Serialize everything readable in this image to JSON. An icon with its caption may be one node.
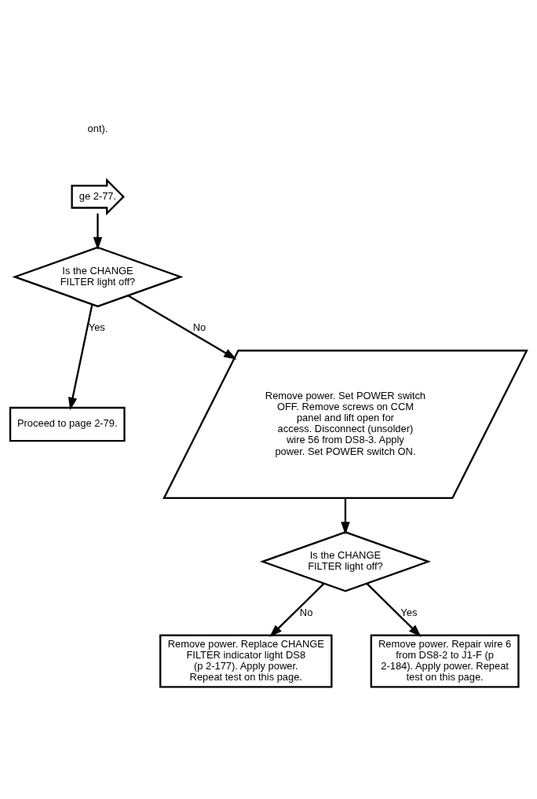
{
  "diagram": {
    "nodes": [
      {
        "text": [
          "ge 2-77."
        ]
      },
      {
        "text": [
          "Is the CHANGE FILTER light off?"
        ]
      },
      {
        "text": [
          "Proceed to page 2-79."
        ]
      },
      {
        "text": [
          "Remove power. Set POWER switch OFF. Remove screws on CCM panel and lift open for access. Disconnect (unsolder) wire 56 from DS8-3. Apply power. Set POWER switch ON."
        ]
      },
      {
        "text": [
          "Is the CHANGE FILTER light off?"
        ]
      },
      {
        "text": [
          "Remove power. Replace CHANGE FILTER indicator light DS8 (p 2-177). Apply power. Repeat test on this page."
        ]
      },
      {
        "text": [
          "Remove power. Repair wire 6 from DS8-2 to J1-F (p 2-184). Apply power. Repeat test on this page."
        ]
      }
    ],
    "edges": [
      {
        "from": 0,
        "to": 1,
        "arrow": "to"
      },
      {
        "from": 1,
        "to": 2,
        "arrow": "to",
        "label": "Yes"
      },
      {
        "from": 1,
        "to": 3,
        "arrow": "to",
        "label": "No"
      },
      {
        "from": 3,
        "to": 4,
        "arrow": "to"
      },
      {
        "from": 4,
        "to": 5,
        "arrow": "to",
        "label": "No"
      },
      {
        "from": 4,
        "to": 6,
        "arrow": "to",
        "label": "Yes"
      }
    ],
    "labels": [
      "ont)."
    ]
  }
}
